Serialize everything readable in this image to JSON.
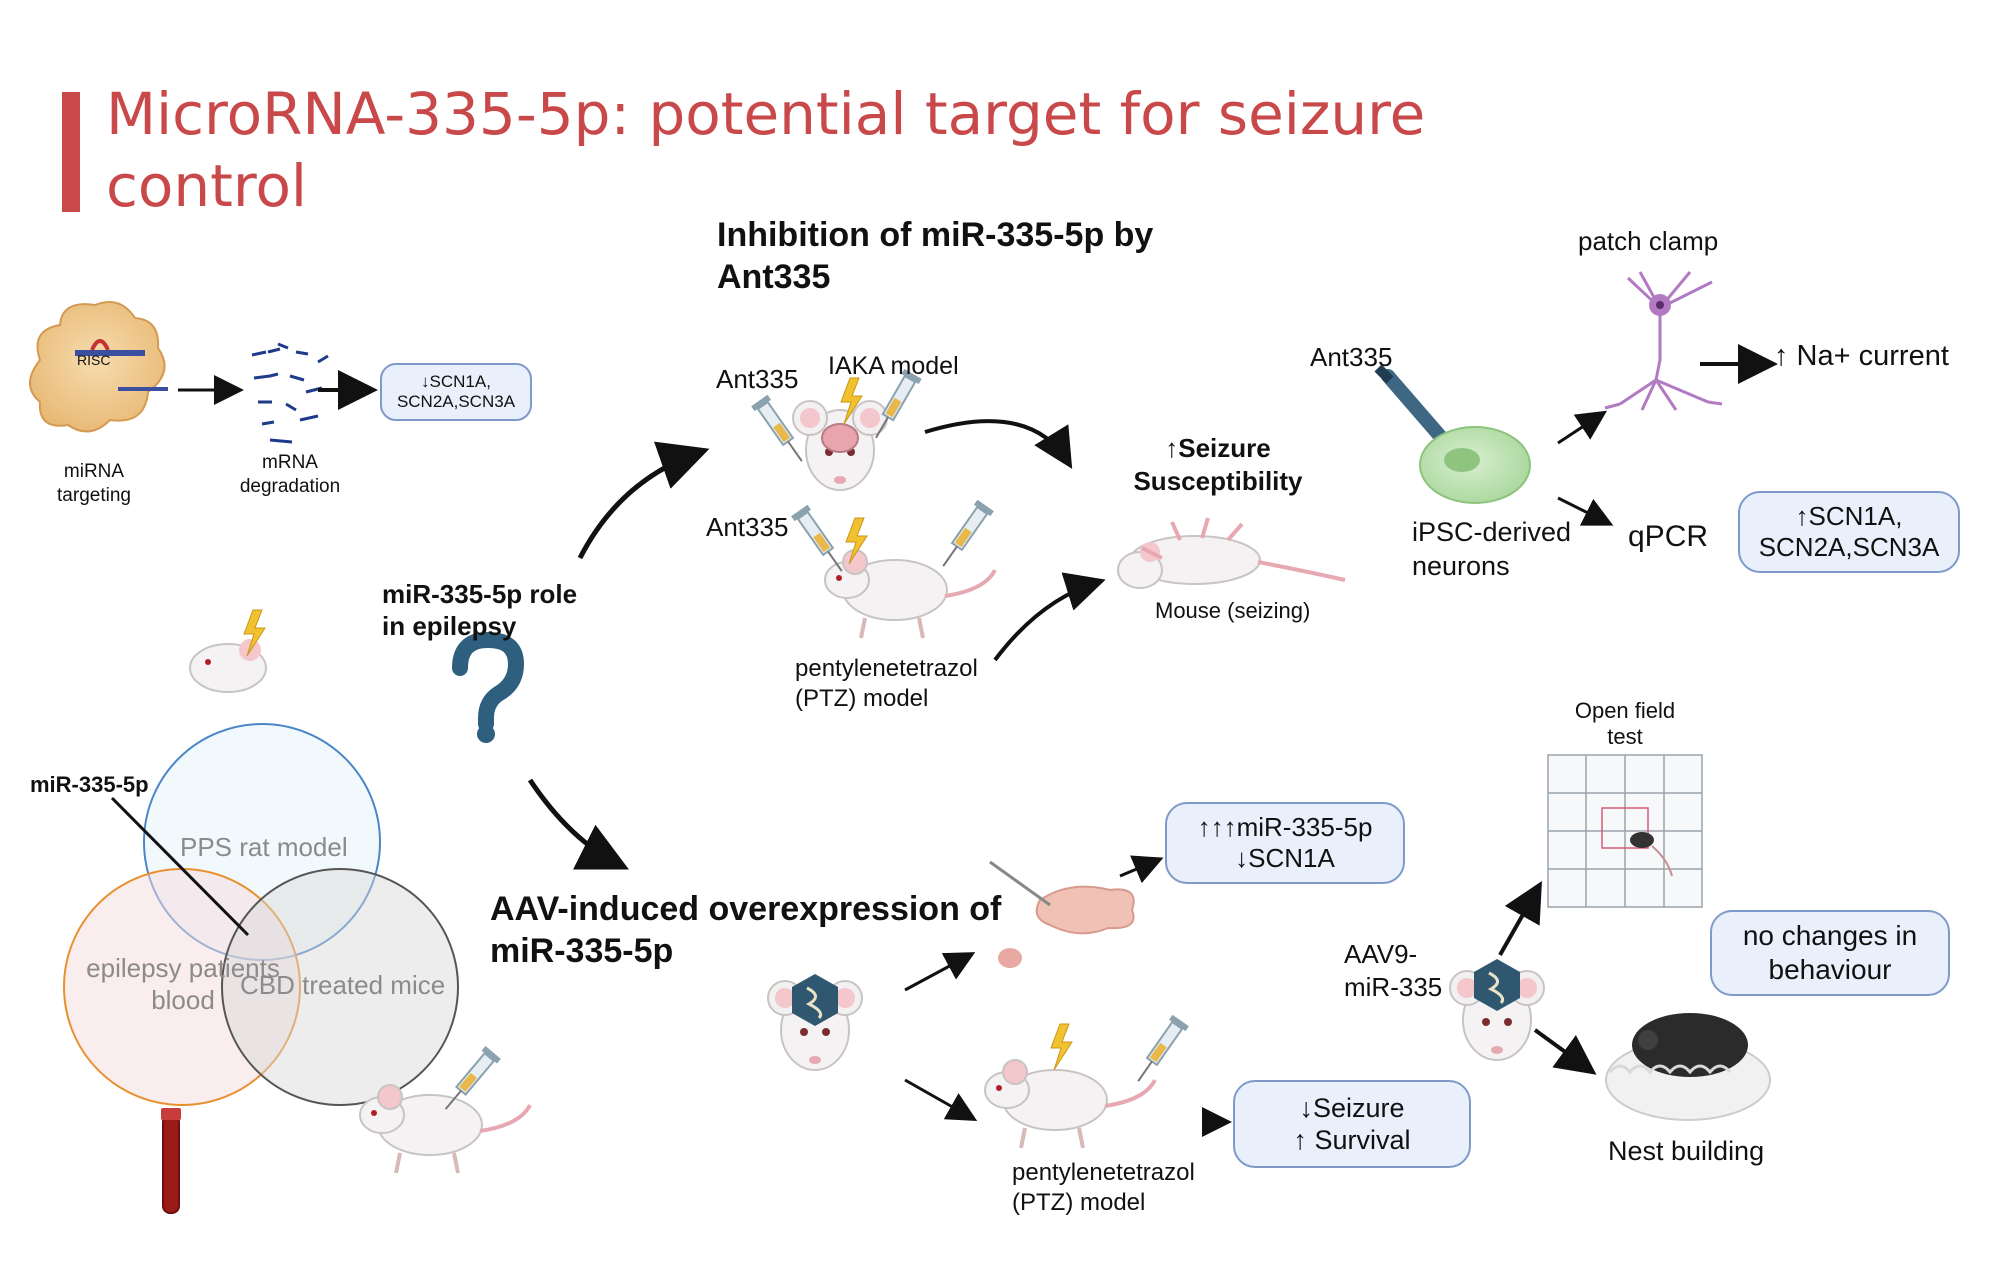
{
  "title": {
    "line1": "MicroRNA-335-5p: potential target for seizure",
    "line2": "control"
  },
  "mechanism": {
    "risc_label": "RISC",
    "mirna_targeting": [
      "miRNA",
      "targeting"
    ],
    "mrna_degradation": [
      "mRNA",
      "degradation"
    ],
    "result_box": [
      "↓SCN1A,",
      "SCN2A,SCN3A"
    ]
  },
  "role": {
    "label": [
      "miR-335-5p role",
      "in epilepsy"
    ],
    "question_mark": "?"
  },
  "venn": {
    "marker": "miR-335-5p",
    "circles": [
      "PPS rat model",
      "epilepsy patients blood",
      "CBD treated mice"
    ],
    "circle2_lines": [
      "epilepsy patients",
      "blood"
    ],
    "colors": {
      "circle1": "#4a86c8",
      "circle2": "#e8902e",
      "circle3": "#555555"
    }
  },
  "inhibition": {
    "heading": [
      "Inhibition of miR-335-5p by",
      "Ant335"
    ],
    "ant335_a": "Ant335",
    "iaka_model": "IAKA model",
    "ant335_b": "Ant335",
    "ptz_model": [
      "pentylenetetrazol",
      "(PTZ) model"
    ],
    "seizure_susceptibility": [
      "↑Seizure",
      "Susceptibility"
    ],
    "mouse_seizing": "Mouse (seizing)"
  },
  "ipsc": {
    "ant335": "Ant335",
    "label": [
      "iPSC-derived",
      "neurons"
    ],
    "patch_clamp": "patch clamp",
    "na_current": "↑ Na+ current",
    "qpcr": "qPCR",
    "qpcr_box": [
      "↑SCN1A,",
      "SCN2A,SCN3A"
    ]
  },
  "overexpression": {
    "heading": [
      "AAV-induced overexpression of",
      "miR-335-5p"
    ],
    "tissue_box": [
      "↑↑↑miR-335-5p",
      "↓SCN1A"
    ],
    "ptz_model": [
      "pentylenetetrazol",
      "(PTZ) model"
    ],
    "seizure_box": [
      "↓Seizure",
      "↑ Survival"
    ]
  },
  "behaviour": {
    "aav9": [
      "AAV9-",
      "miR-335"
    ],
    "open_field": [
      "Open field",
      "test"
    ],
    "no_changes_box": [
      "no changes in",
      "behaviour"
    ],
    "nest_building": "Nest building"
  },
  "colors": {
    "accent": "#c9494b",
    "box_border": "#7e9ac8",
    "box_fill": "#e9f0fb",
    "question": "#2f5f7e",
    "aav_hex": "#2f5770"
  }
}
